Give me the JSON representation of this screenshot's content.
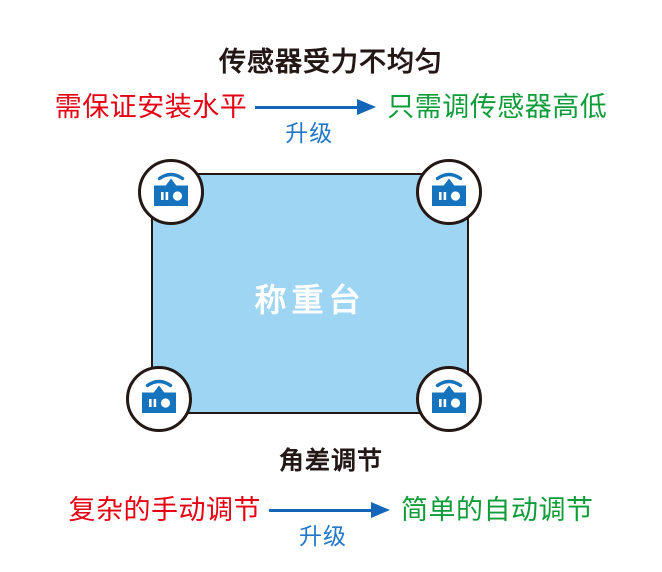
{
  "titles": {
    "main": "传感器受力不均匀",
    "middle": "角差调节"
  },
  "rows": {
    "top": {
      "problem": "需保证安装水平",
      "arrow_caption": "升级",
      "solution": "只需调传感器高低"
    },
    "bottom": {
      "problem": "复杂的手动调节",
      "arrow_caption": "升级",
      "solution": "简单的自动调节"
    }
  },
  "diagram": {
    "platform_label": "称重台",
    "sensors": [
      {
        "position": "top-left"
      },
      {
        "position": "top-right"
      },
      {
        "position": "bottom-left"
      },
      {
        "position": "bottom-right"
      }
    ]
  },
  "colors": {
    "problem_text": "#e60012",
    "solution_text": "#0f9d3a",
    "arrow": "#1565b8",
    "arrow_caption": "#2277c9",
    "heading_text": "#231815",
    "platform_fill": "#9ed5f2",
    "platform_border": "#231815",
    "sensor_icon": "#1673bd",
    "background": "#ffffff"
  }
}
